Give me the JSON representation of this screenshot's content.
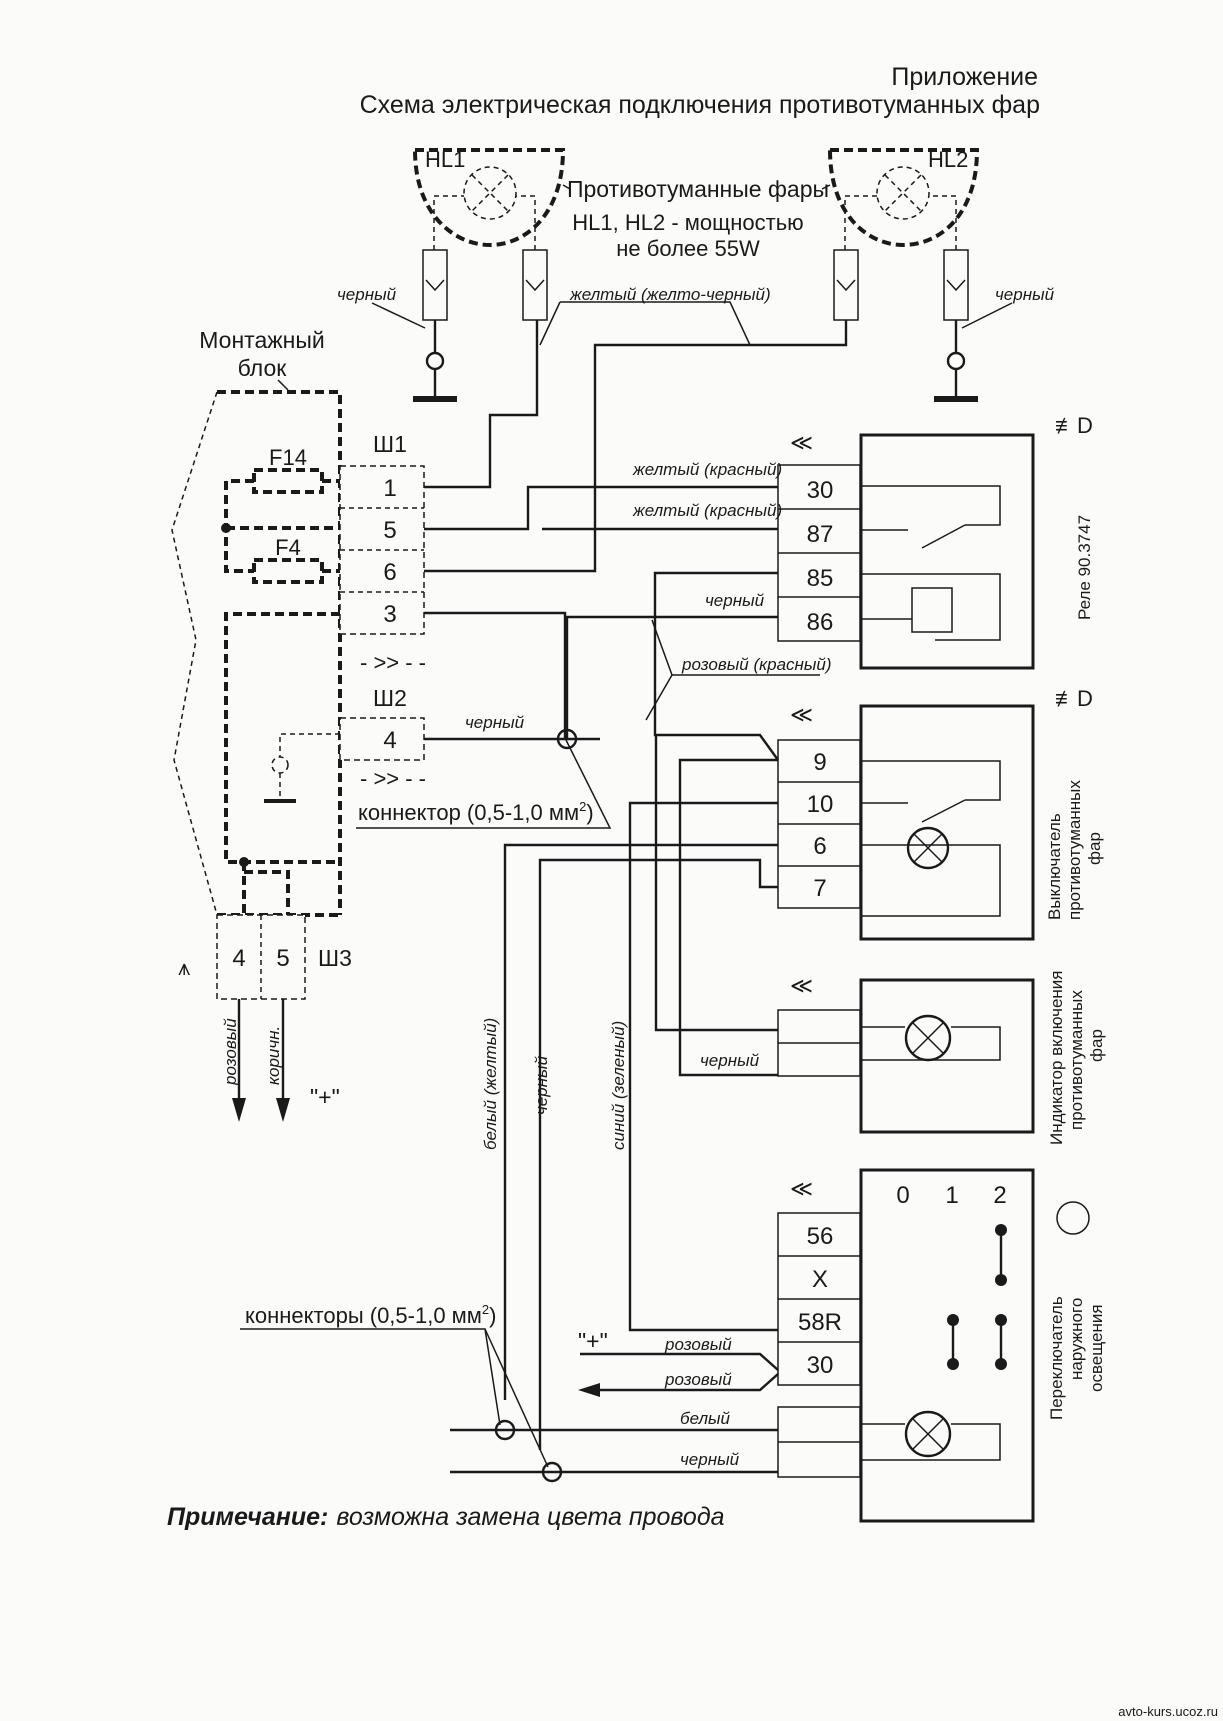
{
  "header": {
    "appendix": "Приложение",
    "title": "Схема электрическая подключения противотуманных фар"
  },
  "fog_lamps": {
    "hl1": "HL1",
    "hl2": "HL2",
    "caption": "Противотуманные фары",
    "power_line1": "HL1, HL2 - мощностью",
    "power_line2": "не более 55W"
  },
  "mount_block": {
    "label_line1": "Монтажный",
    "label_line2": "блок",
    "fuse_f14": "F14",
    "fuse_f4": "F4",
    "sh1": "Ш1",
    "sh1_pins": [
      "1",
      "5",
      "6",
      "3"
    ],
    "sh2": "Ш2",
    "sh2_pins": [
      "4"
    ],
    "sh3": "Ш3",
    "sh3_pins": [
      "4",
      "5"
    ],
    "plus": "\"+\""
  },
  "relay": {
    "name": "Реле 90.3747",
    "pins": [
      "30",
      "87",
      "85",
      "86"
    ]
  },
  "switch": {
    "name_line1": "Выключатель",
    "name_line2": "противотуманных",
    "name_line3": "фар",
    "pins": [
      "9",
      "10",
      "6",
      "7"
    ]
  },
  "indicator": {
    "name_line1": "Индикатор включения",
    "name_line2": "противотуманных",
    "name_line3": "фар"
  },
  "light_switch": {
    "name_line1": "Переключатель",
    "name_line2": "наружного",
    "name_line3": "освещения",
    "positions": [
      "0",
      "1",
      "2"
    ],
    "pins": [
      "56",
      "X",
      "58R",
      "30"
    ],
    "plus": "\"+\""
  },
  "wires": {
    "black": "черный",
    "yellow_yb": "желтый (желто-черный)",
    "yellow_red": "желтый (красный)",
    "pink_red": "розовый (красный)",
    "connector_single": "коннектор (0,5-1,0 мм",
    "connectors": "коннекторы (0,5-1,0 мм",
    "sup2": "2",
    "close_paren": ")",
    "pink": "розовый",
    "brown": "коричн.",
    "white_yellow": "белый (желтый)",
    "blue_green": "синий (зеленый)",
    "white": "белый"
  },
  "note": {
    "bold": "Примечание:",
    "text": "возможна замена цвета провода"
  },
  "watermark": "avto-kurs.ucoz.ru"
}
